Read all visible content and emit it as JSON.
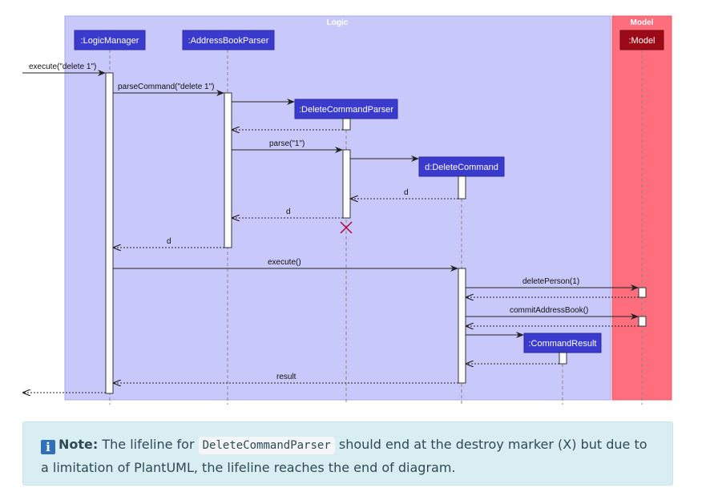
{
  "frames": {
    "logic": "Logic",
    "model": "Model"
  },
  "participants": {
    "logic_manager": ":LogicManager",
    "address_book_parser": ":AddressBookParser",
    "delete_command_parser": ":DeleteCommandParser",
    "delete_command": "d:DeleteCommand",
    "command_result": ":CommandResult",
    "model": ":Model"
  },
  "messages": {
    "execute_delete": "execute(\"delete 1\")",
    "parse_command": "parseCommand(\"delete 1\")",
    "parse": "parse(\"1\")",
    "return_d_1": "d",
    "return_d_2": "d",
    "return_d_3": "d",
    "execute": "execute()",
    "delete_person": "deletePerson(1)",
    "commit": "commitAddressBook()",
    "result": "result"
  },
  "note": {
    "label": "Note:",
    "text_before": " The lifeline for ",
    "code": "DeleteCommandParser",
    "text_after": " should end at the destroy marker (X) but due to a limitation of PlantUML, the lifeline reaches the end of diagram."
  },
  "colors": {
    "logic_bg": "#c8c8fa",
    "model_bg": "#ff6e7d",
    "participant_blue": "#3a3acc",
    "participant_red": "#9b0a16",
    "destroy": "#b3003a",
    "note_bg": "#d9eef3",
    "info_icon": "#2f6fb9"
  }
}
